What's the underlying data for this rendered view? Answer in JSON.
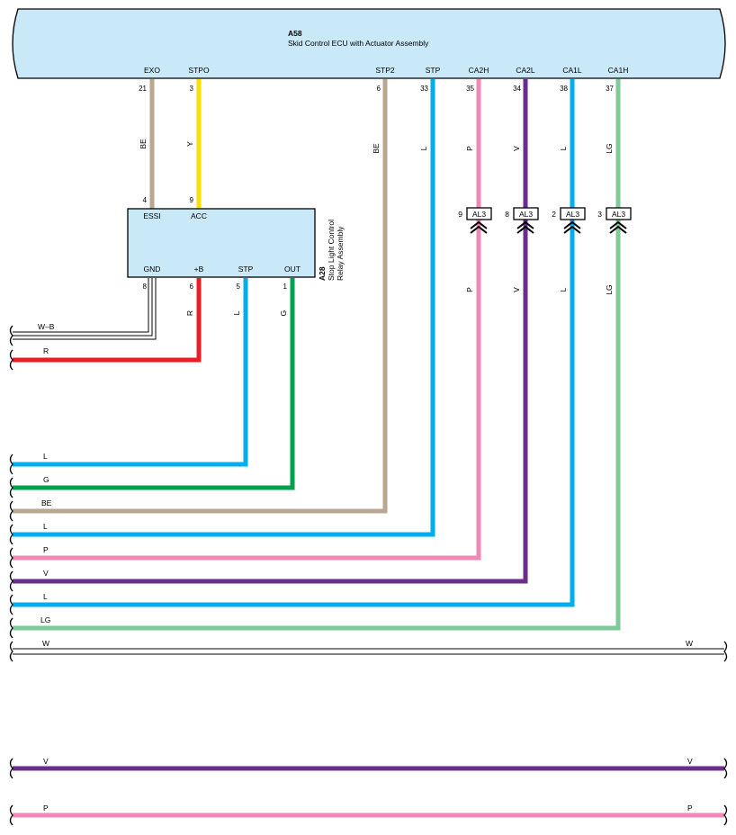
{
  "ecu": {
    "id": "A58",
    "name": "Skid Control ECU with Actuator Assembly",
    "fill": "#c9e9f8",
    "pins": [
      {
        "name": "EXO",
        "num": "21"
      },
      {
        "name": "STPO",
        "num": "3"
      },
      {
        "name": "STP2",
        "num": "6"
      },
      {
        "name": "STP",
        "num": "33"
      },
      {
        "name": "CA2H",
        "num": "35"
      },
      {
        "name": "CA2L",
        "num": "34"
      },
      {
        "name": "CA1L",
        "num": "38"
      },
      {
        "name": "CA1H",
        "num": "37"
      }
    ]
  },
  "relay": {
    "id": "A28",
    "name_line1": "Stop Light Control",
    "name_line2": "Relay Assembly",
    "fill": "#c9e9f8",
    "top_pins": [
      {
        "name": "ESSI",
        "num": "4"
      },
      {
        "name": "ACC",
        "num": "9"
      }
    ],
    "bottom_pins": [
      {
        "name": "GND",
        "num": "8"
      },
      {
        "name": "+B",
        "num": "6"
      },
      {
        "name": "STP",
        "num": "5"
      },
      {
        "name": "OUT",
        "num": "1"
      }
    ]
  },
  "connectors": [
    {
      "id": "AL3",
      "pin": "9"
    },
    {
      "id": "AL3",
      "pin": "8"
    },
    {
      "id": "AL3",
      "pin": "2"
    },
    {
      "id": "AL3",
      "pin": "3"
    }
  ],
  "wire_colors": {
    "BE": "#bba692",
    "Y": "#ffdf00",
    "L": "#00aeef",
    "P": "#f088b6",
    "V": "#6a2c8e",
    "LG": "#7fc99a",
    "R": "#ed1c24",
    "G": "#00a14b",
    "W": "#ffffff",
    "W-B": "#ffffff"
  },
  "labels": {
    "exo_wire": "BE",
    "stpo_wire": "Y",
    "stp2_wire": "BE",
    "stp_wire": "L",
    "ca2h_wire_top": "P",
    "ca2l_wire_top": "V",
    "ca1l_wire_top": "L",
    "ca1h_wire_top": "LG",
    "ca2h_wire_bot": "P",
    "ca2l_wire_bot": "V",
    "ca1l_wire_bot": "L",
    "ca1h_wire_bot": "LG",
    "relay_b_wire": "R",
    "relay_stp_wire": "L",
    "relay_out_wire": "G"
  },
  "left_wires": [
    {
      "label": "W–B",
      "color": "W-B"
    },
    {
      "label": "R",
      "color": "R"
    },
    {
      "label": "L",
      "color": "L"
    },
    {
      "label": "G",
      "color": "G"
    },
    {
      "label": "BE",
      "color": "BE"
    },
    {
      "label": "L",
      "color": "L"
    },
    {
      "label": "P",
      "color": "P"
    },
    {
      "label": "V",
      "color": "V"
    },
    {
      "label": "L",
      "color": "L"
    },
    {
      "label": "LG",
      "color": "LG"
    },
    {
      "label": "W",
      "color": "W",
      "right_label": "W"
    },
    {
      "label": "V",
      "color": "V",
      "right_label": "V"
    },
    {
      "label": "P",
      "color": "P",
      "right_label": "P"
    }
  ]
}
